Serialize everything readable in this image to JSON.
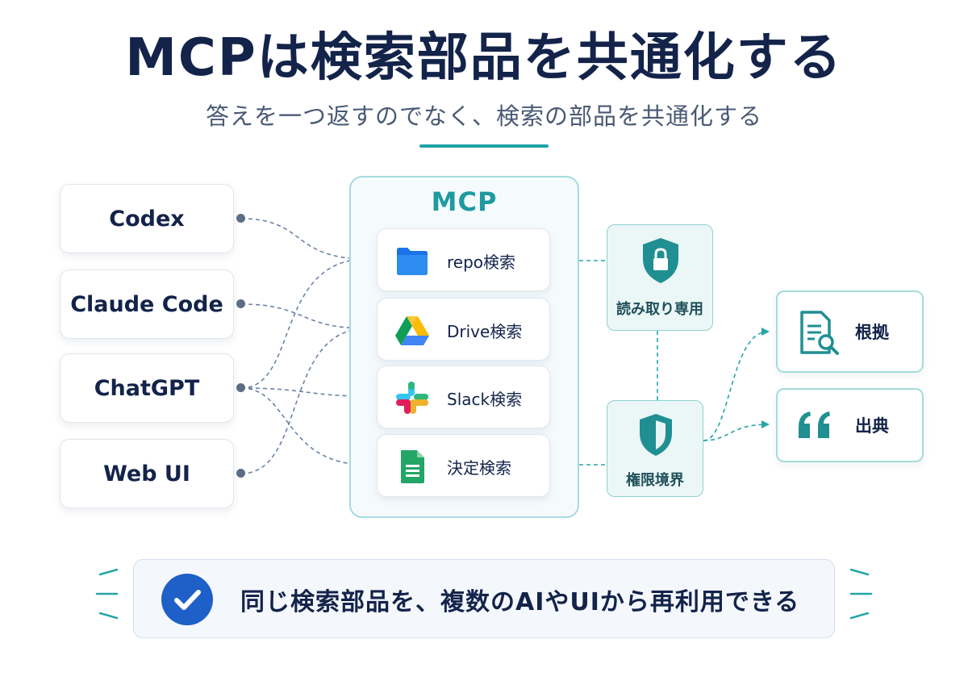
{
  "title": "MCPは検索部品を共通化する",
  "subtitle": "答えを一つ返すのでなく、検索の部品を共通化する",
  "clients": [
    {
      "label": "Codex"
    },
    {
      "label": "Claude Code"
    },
    {
      "label": "ChatGPT"
    },
    {
      "label": "Web UI"
    }
  ],
  "mcp": {
    "title": "MCP",
    "tools": [
      {
        "label": "repo検索",
        "icon": "folder-icon"
      },
      {
        "label": "Drive検索",
        "icon": "google-drive-icon"
      },
      {
        "label": "Slack検索",
        "icon": "slack-icon"
      },
      {
        "label": "決定検索",
        "icon": "google-sheets-icon"
      }
    ]
  },
  "gates": {
    "readonly": {
      "label": "読み取り専用",
      "icon": "lock-shield-icon"
    },
    "boundary": {
      "label": "権限境界",
      "icon": "shield-icon"
    }
  },
  "outputs": [
    {
      "label": "根拠",
      "icon": "document-search-icon"
    },
    {
      "label": "出典",
      "icon": "quote-icon"
    }
  ],
  "banner": {
    "text": "同じ検索部品を、複数のAIやUIから再利用できる",
    "icon": "check-circle-icon"
  },
  "colors": {
    "navy": "#13234a",
    "teal": "#1e9aa0",
    "connector": "#6b83a8",
    "check_blue": "#1f5fc8"
  }
}
